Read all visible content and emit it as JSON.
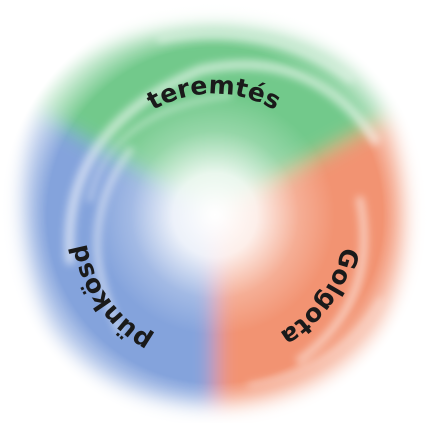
{
  "diagram": {
    "segments": [
      {
        "id": "teremtes",
        "label": "teremtés",
        "color": "#5bbf77"
      },
      {
        "id": "golgota",
        "label": "Golgota",
        "color": "#f0805a"
      },
      {
        "id": "punkosd",
        "label": "pünkösd",
        "color": "#6f93d6"
      }
    ]
  }
}
